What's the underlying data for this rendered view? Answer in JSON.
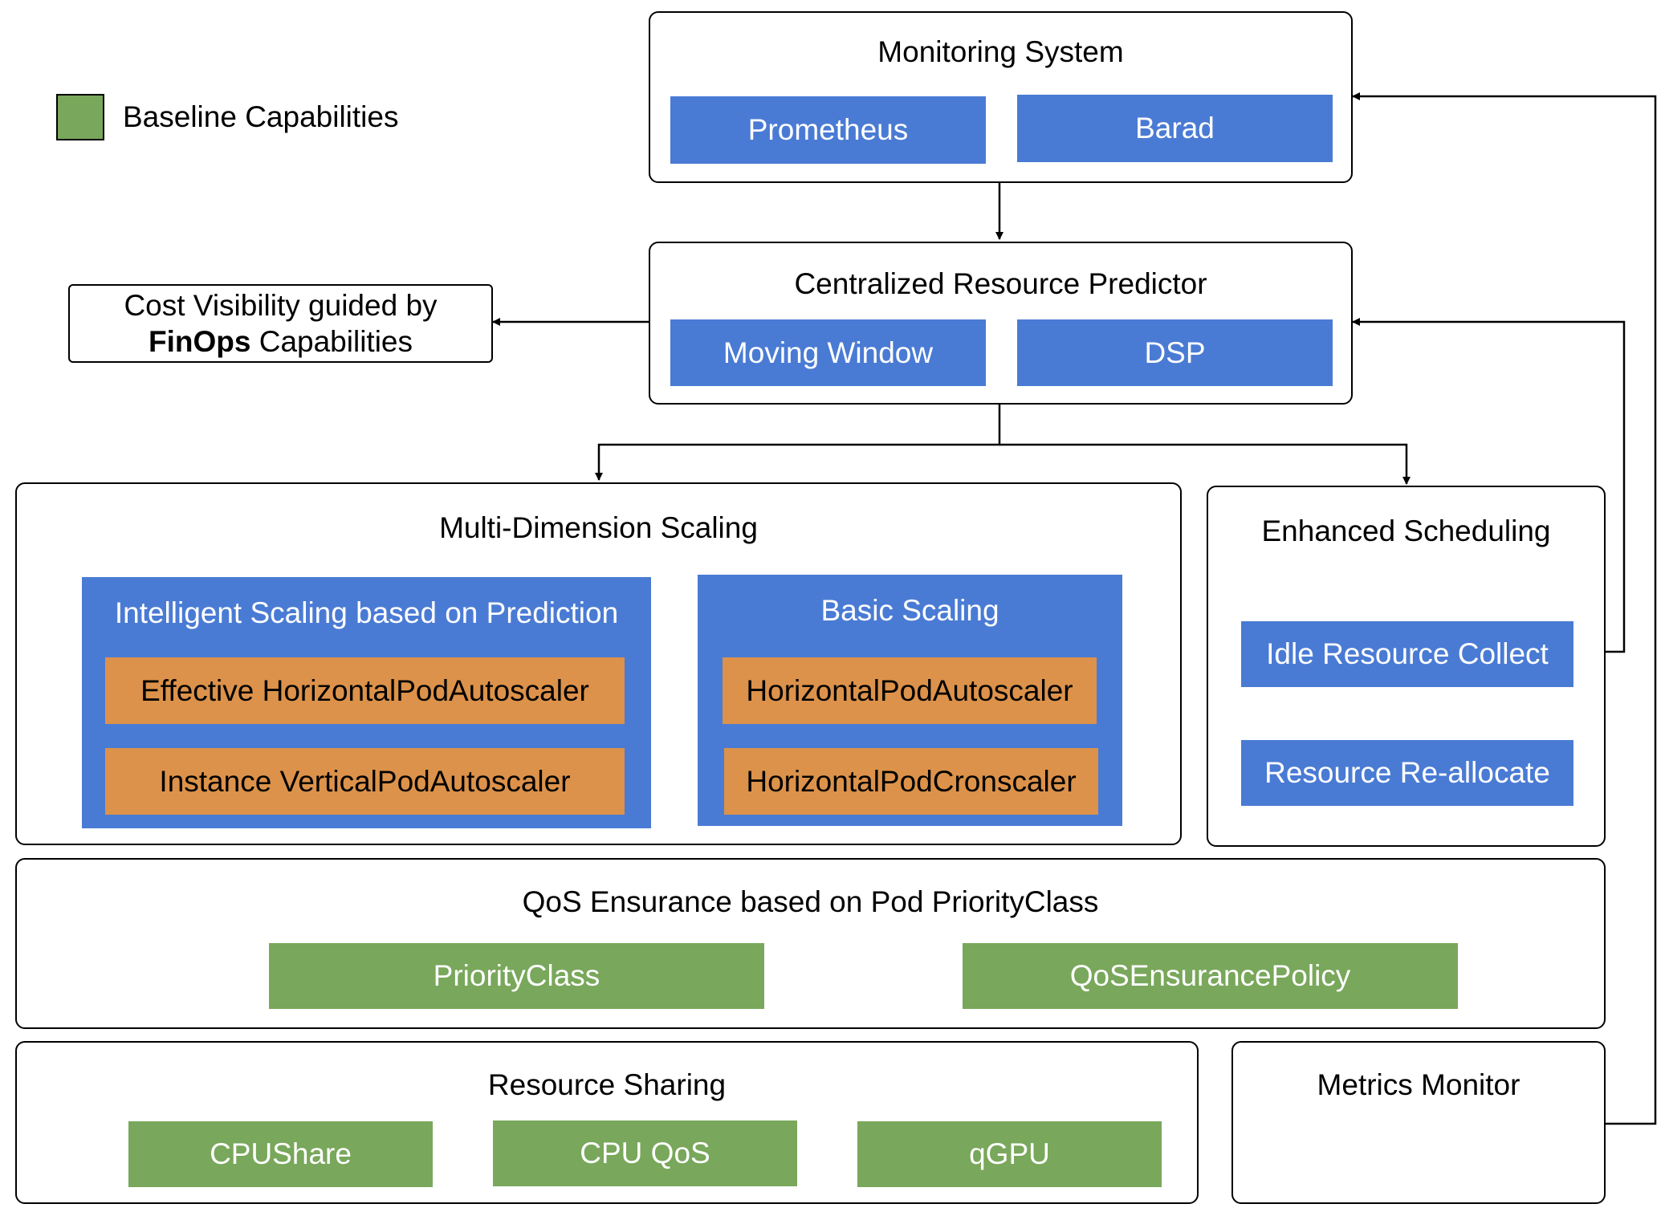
{
  "legend": {
    "label": "Baseline Capabilities",
    "color": "#79a75b"
  },
  "colors": {
    "blue": "#4a7bd4",
    "green": "#79a75b",
    "orange": "#dc924a"
  },
  "cost_visibility": {
    "line1": "Cost Visibility guided by",
    "bold": "FinOps",
    "rest": " Capabilities"
  },
  "monitoring": {
    "title": "Monitoring System",
    "items": [
      "Prometheus",
      "Barad"
    ]
  },
  "predictor": {
    "title": "Centralized Resource Predictor",
    "items": [
      "Moving Window",
      "DSP"
    ]
  },
  "scaling": {
    "title": "Multi-Dimension Scaling",
    "intelligent": {
      "title": "Intelligent Scaling based on Prediction",
      "items": [
        "Effective HorizontalPodAutoscaler",
        "Instance VerticalPodAutoscaler"
      ]
    },
    "basic": {
      "title": "Basic Scaling",
      "items": [
        "HorizontalPodAutoscaler",
        "HorizontalPodCronscaler"
      ]
    }
  },
  "scheduling": {
    "title": "Enhanced Scheduling",
    "items": [
      "Idle Resource Collect",
      "Resource Re-allocate"
    ]
  },
  "qos": {
    "title": "QoS Ensurance based on Pod PriorityClass",
    "items": [
      "PriorityClass",
      "QoSEnsurancePolicy"
    ]
  },
  "sharing": {
    "title": "Resource Sharing",
    "items": [
      "CPUShare",
      "CPU QoS",
      "qGPU"
    ]
  },
  "metrics": {
    "title": "Metrics Monitor"
  }
}
